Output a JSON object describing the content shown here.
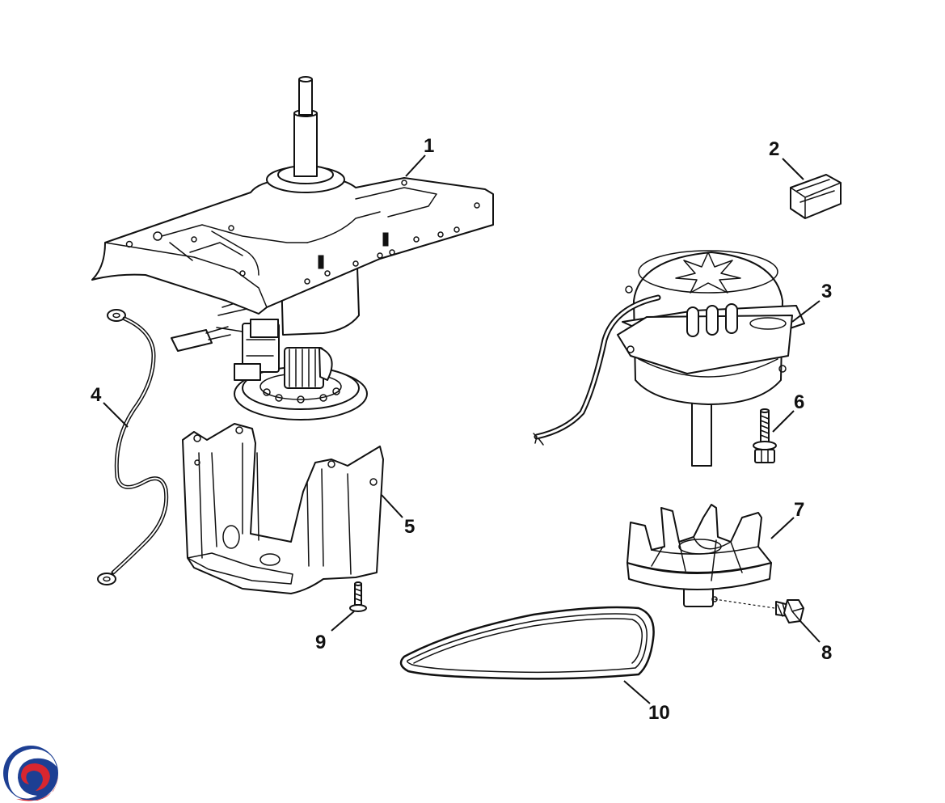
{
  "callouts": {
    "c1": "1",
    "c2": "2",
    "c3": "3",
    "c4": "4",
    "c5": "5",
    "c6": "6",
    "c7": "7",
    "c8": "8",
    "c9": "9",
    "c10": "10"
  },
  "colors": {
    "line": "#111111",
    "background": "#ffffff",
    "logo_red": "#d8262f",
    "logo_blue": "#1d3f93"
  },
  "icons": {
    "logo": "brand-logo-swirl-icon"
  }
}
